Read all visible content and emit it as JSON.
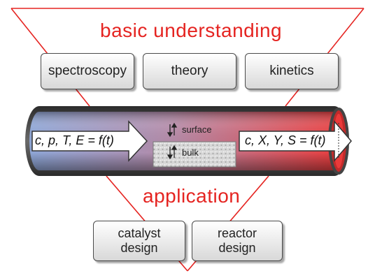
{
  "top_title": "basic understanding",
  "top_boxes": [
    "spectroscopy",
    "theory",
    "kinetics"
  ],
  "left_arrow_text": "c, p, T, E = f(t)",
  "right_arrow_text": "c, X, Y, S = f(t)",
  "surface_label": "surface",
  "bulk_label": "bulk",
  "bottom_title": "application",
  "bottom_boxes": [
    {
      "line1": "catalyst",
      "line2": "design"
    },
    {
      "line1": "reactor",
      "line2": "design"
    }
  ],
  "colors": {
    "accent": "#e52421",
    "tube_left": "#8ea6d6",
    "tube_right": "#e83a3a"
  }
}
